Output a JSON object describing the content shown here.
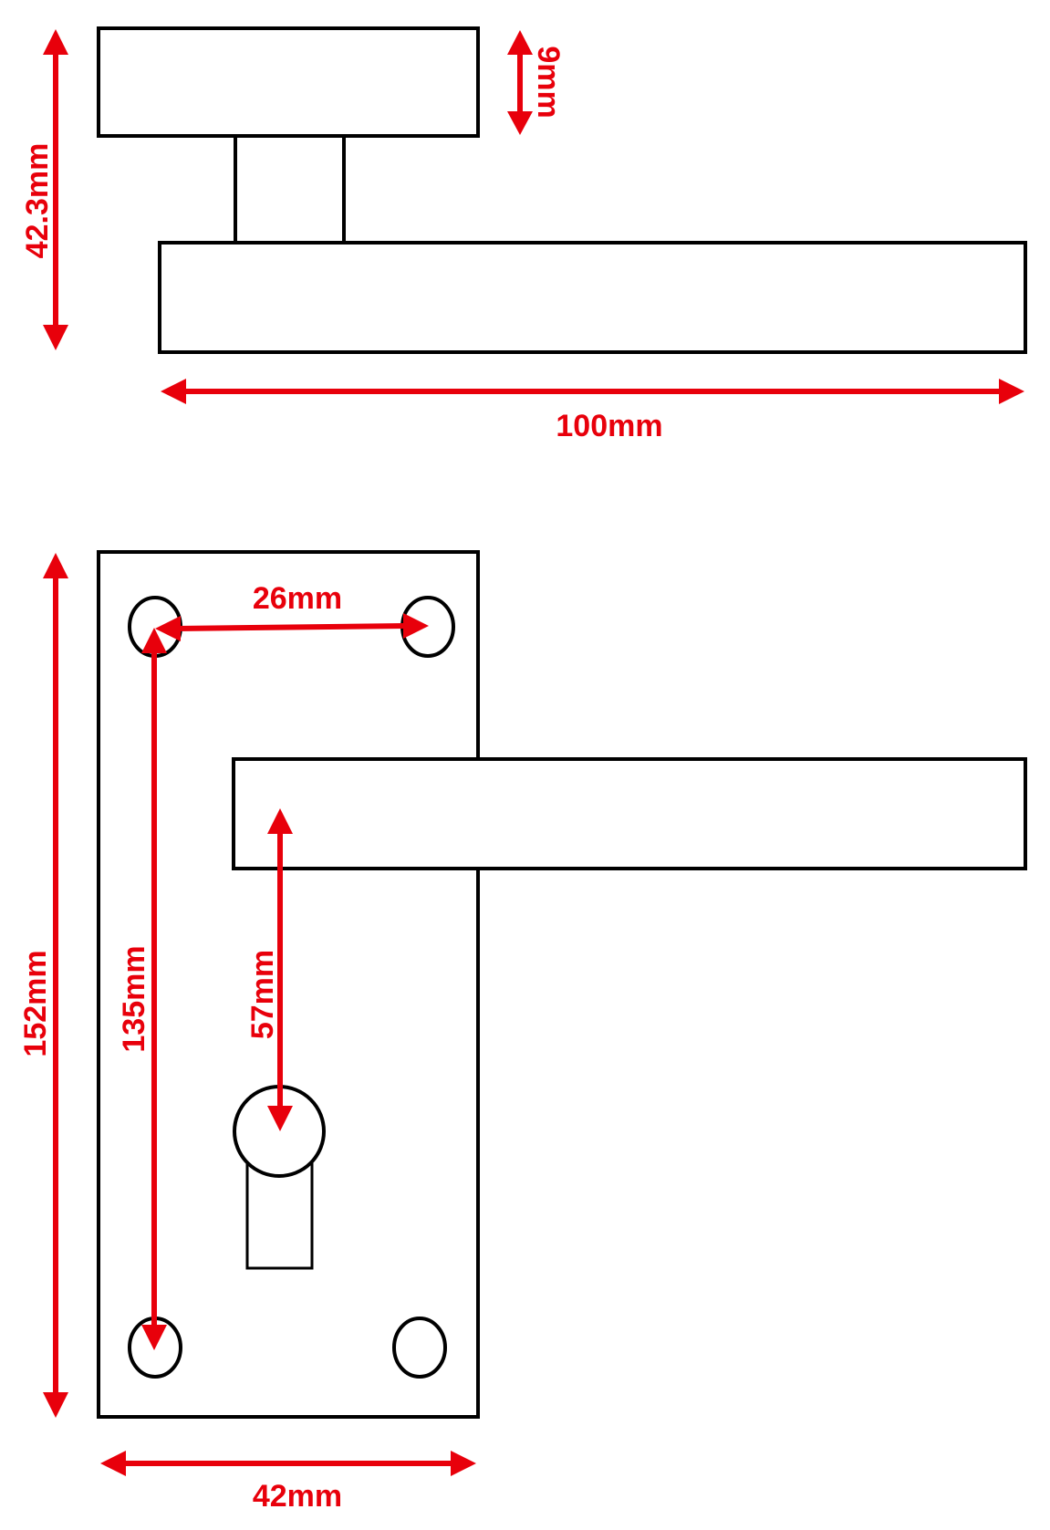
{
  "colors": {
    "dimension": "#e8000b",
    "outline": "#000000",
    "background": "#ffffff"
  },
  "labels": {
    "side_total_height": "42.3mm",
    "rose_thickness": "9mm",
    "lever_length": "100mm",
    "plate_height": "152mm",
    "fixing_centres_vertical": "135mm",
    "fixing_centres_horizontal": "26mm",
    "lever_to_keyhole": "57mm",
    "plate_width": "42mm"
  }
}
